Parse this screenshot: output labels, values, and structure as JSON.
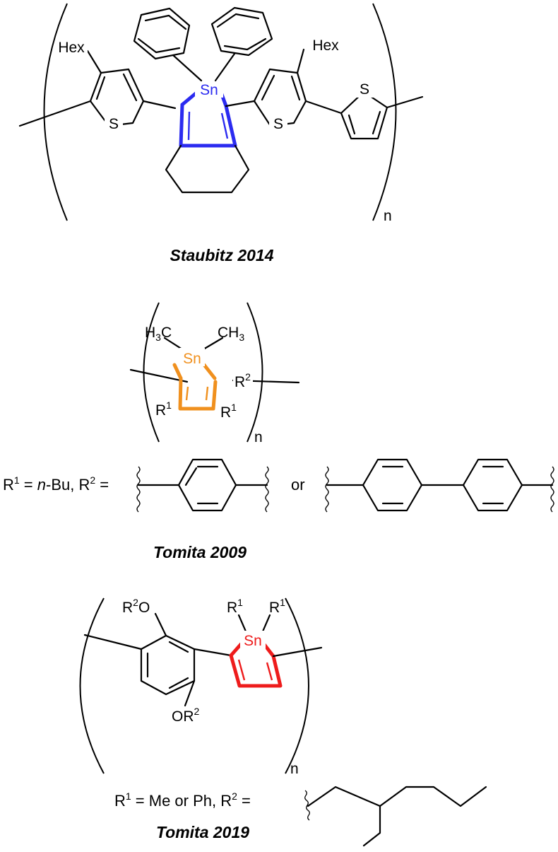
{
  "colors": {
    "staubitz_ring": "#2b2bf0",
    "tomita2009_ring": "#f0901e",
    "tomita2019_ring": "#ee1c1c"
  },
  "staubitz": {
    "caption": "Staubitz 2014",
    "sn": "Sn",
    "hex_left": "Hex",
    "hex_right": "Hex",
    "s_label": "S",
    "repeat": "n"
  },
  "tomita2009": {
    "caption": "Tomita 2009",
    "h3c": "H",
    "h3c_sub": "3",
    "h3c_tail": "C",
    "ch3": "CH",
    "ch3_sub": "3",
    "sn": "Sn",
    "r": "R",
    "sup1": "1",
    "sup2": "2",
    "repeat": "n",
    "def_r1": "R",
    "def_sup1": "1",
    "def_eq1": " = ",
    "def_n": "n",
    "def_bu": "-Bu, R",
    "def_sup2": "2",
    "def_eq2": " =",
    "or": "or"
  },
  "tomita2019": {
    "caption": "Tomita 2019",
    "sn": "Sn",
    "r": "R",
    "sup1": "1",
    "sup2": "2",
    "o": "O",
    "repeat": "n",
    "def_r1": "R",
    "def_sup1": "1",
    "def_text": " = Me or Ph, R",
    "def_sup2": "2",
    "def_eq": " ="
  }
}
